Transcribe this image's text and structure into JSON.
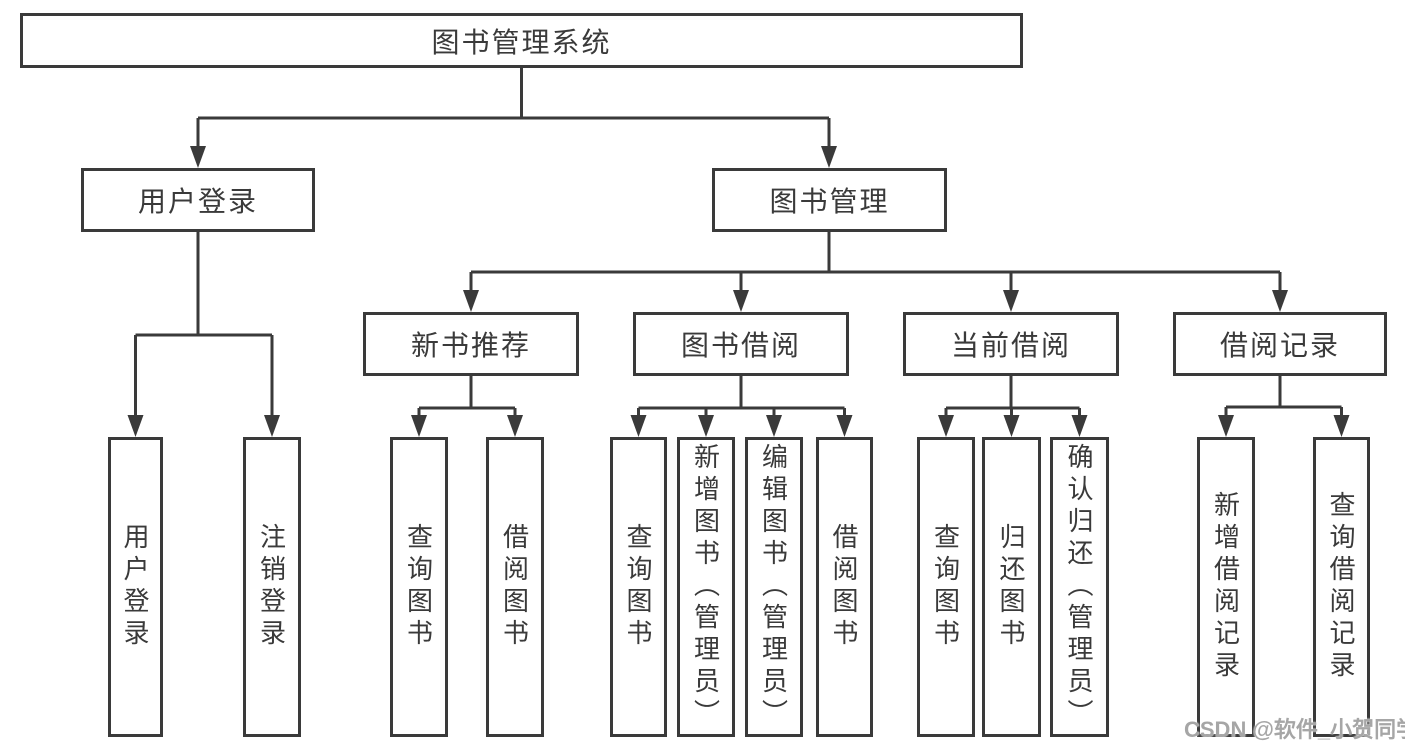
{
  "tree": {
    "root": {
      "label": "图书管理系统"
    },
    "branches": [
      {
        "label": "用户登录",
        "children": [
          {
            "label": "用户登录"
          },
          {
            "label": "注销登录"
          }
        ]
      },
      {
        "label": "图书管理",
        "children": [
          {
            "label": "新书推荐",
            "children": [
              {
                "label": "查询图书"
              },
              {
                "label": "借阅图书"
              }
            ]
          },
          {
            "label": "图书借阅",
            "children": [
              {
                "label": "查询图书"
              },
              {
                "label": "新增图书（管理员）"
              },
              {
                "label": "编辑图书（管理员）"
              },
              {
                "label": "借阅图书"
              }
            ]
          },
          {
            "label": "当前借阅",
            "children": [
              {
                "label": "查询图书"
              },
              {
                "label": "归还图书"
              },
              {
                "label": "确认归还（管理员）"
              }
            ]
          },
          {
            "label": "借阅记录",
            "children": [
              {
                "label": "新增借阅记录"
              },
              {
                "label": "查询借阅记录"
              }
            ]
          }
        ]
      }
    ]
  },
  "watermark": {
    "text": "CSDN @软件_小贺同学"
  },
  "colors": {
    "line": "#3a3a3a",
    "text": "#3a3a3a",
    "box_background": "#ffffff",
    "watermark": "#9e9e9e",
    "background": "#ffffff"
  }
}
